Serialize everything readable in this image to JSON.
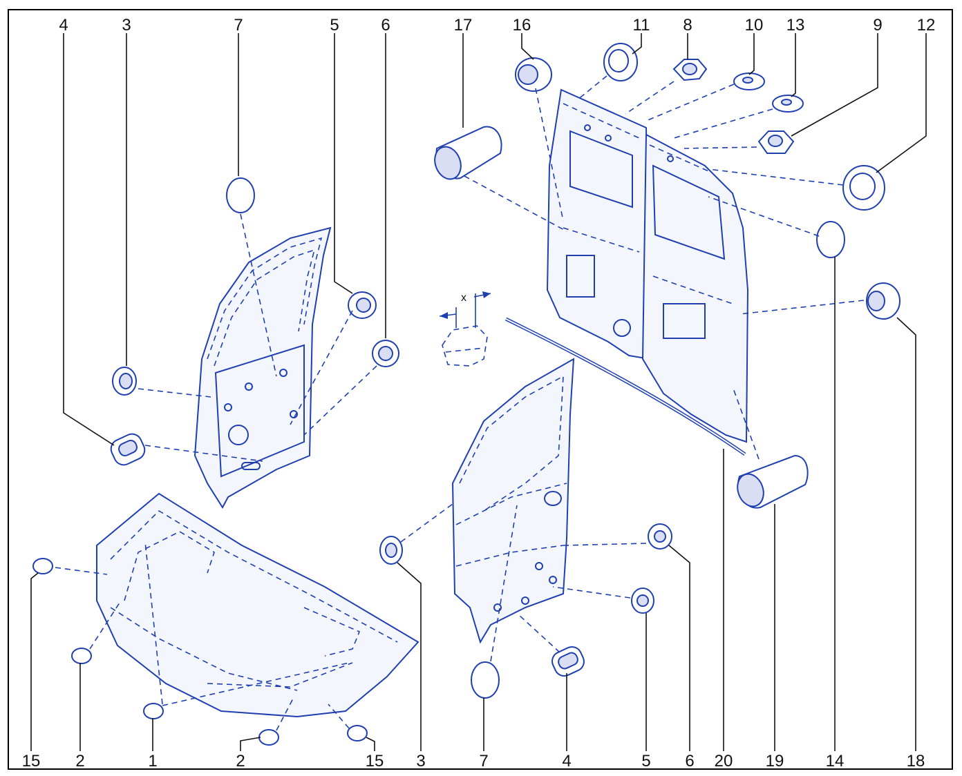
{
  "figure": {
    "callouts_top": [
      "4",
      "3",
      "7",
      "5",
      "6",
      "17",
      "16",
      "11",
      "8",
      "10",
      "13",
      "9",
      "12"
    ],
    "callouts_bottom": [
      "15",
      "2",
      "1",
      "2",
      "15",
      "3",
      "7",
      "4",
      "5",
      "6",
      "20",
      "19",
      "14",
      "18"
    ],
    "dimension_label": "x"
  },
  "colors": {
    "line": "#1f3fb0",
    "text": "#111111",
    "frame": "#000000"
  }
}
